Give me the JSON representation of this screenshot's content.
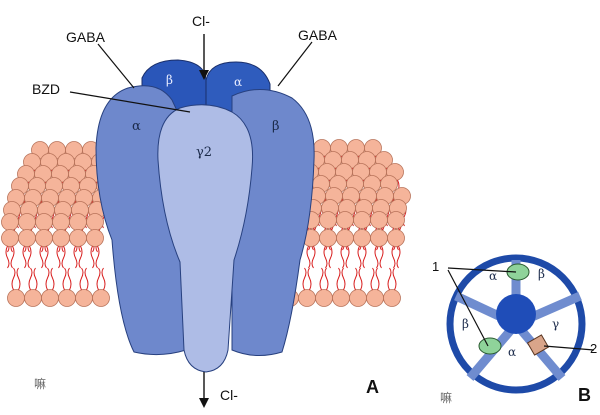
{
  "labels": {
    "cl_top": "Cl-",
    "cl_bottom": "Cl-",
    "gaba_left": "GABA",
    "gaba_right": "GABA",
    "bzd": "BZD",
    "panel_a": "A",
    "panel_b": "B",
    "site_1": "1",
    "site_2": "2"
  },
  "subunits_a": {
    "back_left": "β",
    "back_right": "α",
    "front_left": "α",
    "front_right": "β",
    "center": "γ2"
  },
  "subunits_b": {
    "top_left": "α",
    "top_right": "β",
    "left": "β",
    "bottom": "α",
    "right": "γ"
  },
  "watermark": "嘛",
  "colors": {
    "lipid_head": "#f5b49a",
    "lipid_tail": "#d81e1e",
    "subunit_dark": "#2b55b8",
    "subunit_mid": "#6f8ccf",
    "subunit_light": "#aebce6",
    "gaba_site": "#8fd39a",
    "bzd_site": "#d9a58a",
    "ring_border": "#1e4aa8"
  }
}
